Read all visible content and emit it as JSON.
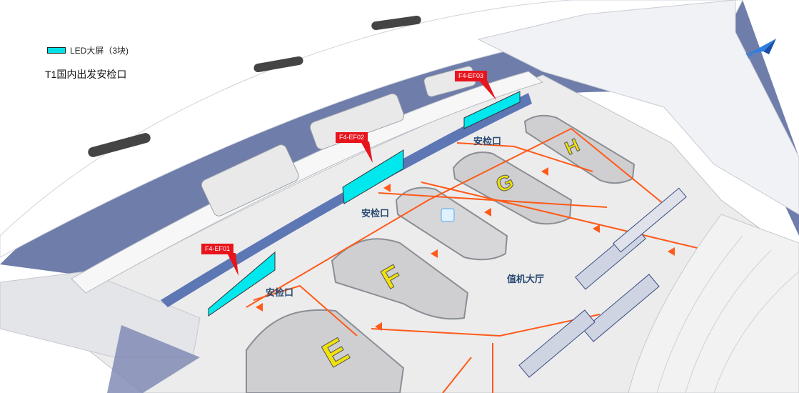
{
  "legend": {
    "label": "LED大屏（3块)",
    "swatch_color": "#00e0e8"
  },
  "title": "T1国内出发安检口",
  "screens": [
    {
      "id": "F4-EF01"
    },
    {
      "id": "F4-EF02"
    },
    {
      "id": "F4-EF03"
    }
  ],
  "zones": {
    "security_1": "安检口",
    "security_2": "安检口",
    "security_3": "安检口",
    "checkin_hall": "值机大厅"
  },
  "islands": [
    "E",
    "F",
    "G",
    "H"
  ],
  "compass": {
    "label": "N",
    "icon": "north-arrow-icon"
  },
  "colors": {
    "route": "#ff5a1a",
    "led": "#00e8ee",
    "tag": "#e8141c",
    "island_letter": "#f0e20a",
    "roof": "#5b6b96"
  }
}
